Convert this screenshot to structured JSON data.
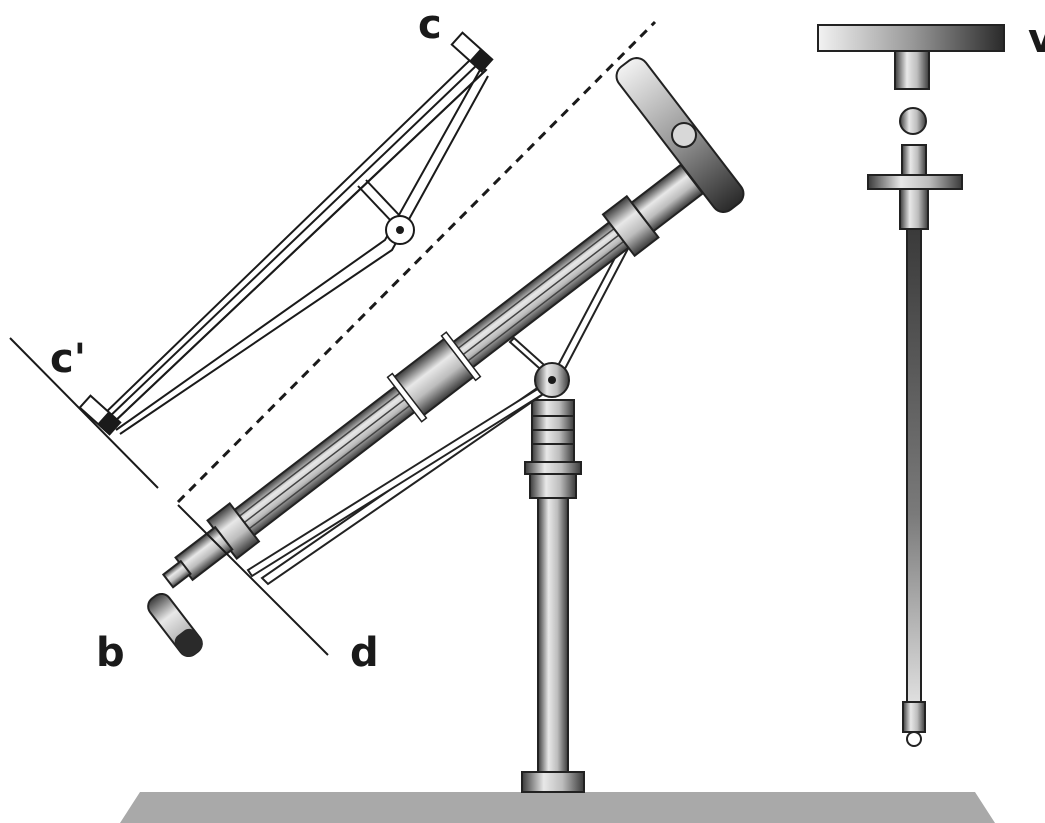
{
  "labels": {
    "c": "c",
    "c_prime": "c'",
    "b": "b",
    "d": "d",
    "v": "v"
  },
  "colors": {
    "ink": "#1a1a1a",
    "base": "#a9a9a9",
    "metal_dark": "#3a3a3a",
    "metal_light": "#e8e8e8",
    "outline": "#222222"
  }
}
